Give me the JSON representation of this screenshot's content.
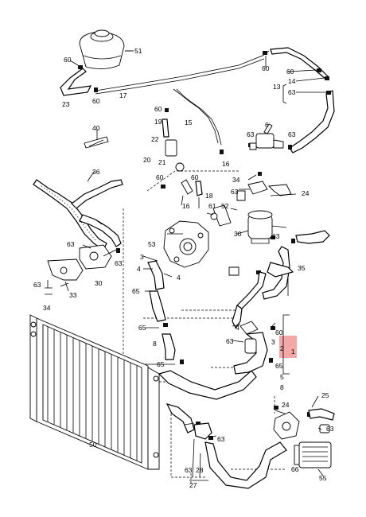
{
  "diagram": {
    "highlight_color": "#f08a8a",
    "labels": {
      "l51": "51",
      "l60a": "60",
      "l60b": "60",
      "l60c": "60",
      "l60d": "60",
      "l60e": "60",
      "l60f": "60",
      "l60g": "60",
      "l23": "23",
      "l17": "17",
      "l15": "15",
      "l19": "19",
      "l22": "22",
      "l20": "20",
      "l21": "21",
      "l16a": "16",
      "l16b": "16",
      "l14": "14",
      "l13": "13",
      "l63a": "63",
      "l63b": "63",
      "l63c": "63",
      "l63d": "63",
      "l63e": "63",
      "l63f": "63",
      "l63g": "63",
      "l63h": "63",
      "l63i": "63",
      "l6": "6",
      "l40": "40",
      "l36": "36",
      "l34a": "34",
      "l34b": "34",
      "l24a": "24",
      "l24b": "24",
      "l18": "18",
      "l61": "61",
      "l52": "52",
      "l30a": "30",
      "l30b": "30",
      "l53": "53",
      "l3a": "3",
      "l3b": "3",
      "l2": "2",
      "l1": "1",
      "l4a": "4",
      "l4b": "4",
      "l33": "33",
      "l35": "35",
      "l65a": "65",
      "l65b": "65",
      "l65c": "65",
      "l65d": "65",
      "l8a": "8",
      "l8b": "8",
      "l5": "5",
      "l50": "50",
      "l25": "25",
      "l66": "66",
      "l55": "55",
      "l27": "27",
      "l28": "28"
    }
  }
}
